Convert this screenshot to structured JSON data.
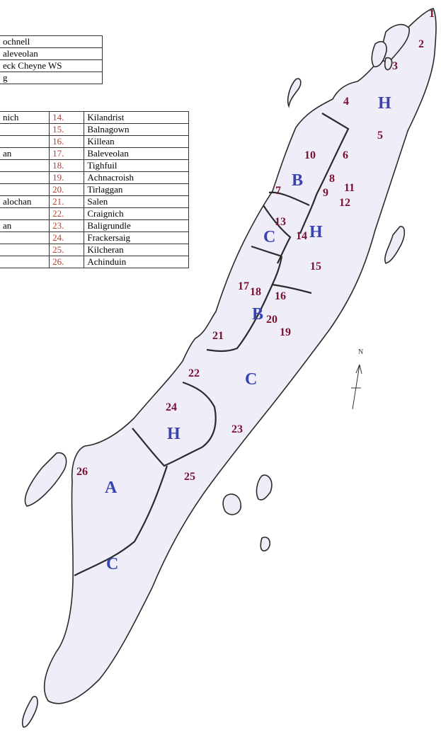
{
  "colors": {
    "number_red": "#7a1030",
    "zone_blue": "#3a44b0",
    "table_index_red": "#c0392b",
    "land_fill": "#eeedf8"
  },
  "owners": [
    "ochnell",
    "aleveolan",
    "eck Cheyne WS",
    "g"
  ],
  "places": [
    {
      "left": "nich",
      "idx": "14.",
      "name": "Kilandrist"
    },
    {
      "left": "",
      "idx": "15.",
      "name": "Balnagown"
    },
    {
      "left": "",
      "idx": "16.",
      "name": "Killean"
    },
    {
      "left": "an",
      "idx": "17.",
      "name": "Baleveolan"
    },
    {
      "left": "",
      "idx": "18.",
      "name": "Tighfuil"
    },
    {
      "left": "",
      "idx": "19.",
      "name": "Achnacroish"
    },
    {
      "left": "",
      "idx": "20.",
      "name": "Tirlaggan"
    },
    {
      "left": "alochan",
      "idx": "21.",
      "name": "Salen"
    },
    {
      "left": "",
      "idx": "22.",
      "name": "Craignich"
    },
    {
      "left": "an",
      "idx": "23.",
      "name": "Baligrundle"
    },
    {
      "left": "",
      "idx": "24.",
      "name": "Frackersaig"
    },
    {
      "left": "",
      "idx": "25.",
      "name": "Kilcheran"
    },
    {
      "left": "",
      "idx": "26.",
      "name": "Achinduin"
    }
  ],
  "map_numbers": [
    "1",
    "2",
    "3",
    "4",
    "5",
    "6",
    "7",
    "8",
    "9",
    "10",
    "11",
    "12",
    "13",
    "14",
    "15",
    "16",
    "17",
    "18",
    "19",
    "20",
    "21",
    "22",
    "23",
    "24",
    "25",
    "26"
  ],
  "zones": [
    "H",
    "B",
    "H",
    "C",
    "B",
    "C",
    "H",
    "A",
    "C"
  ],
  "north_label": "N"
}
